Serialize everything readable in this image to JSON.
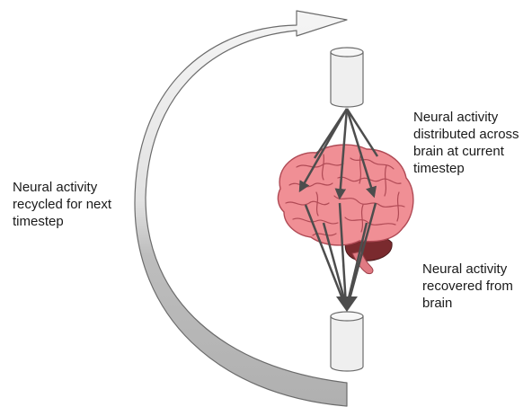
{
  "labels": {
    "recycled": [
      "Neural activity",
      "recycled for next",
      "timestep"
    ],
    "distributed": [
      "Neural activity",
      "distributed across",
      "brain at current",
      "timestep"
    ],
    "recovered": [
      "Neural activity",
      "recovered from",
      "brain"
    ]
  },
  "colors": {
    "arrow_light": "#efefef",
    "arrow_dark": "#b7b7b7",
    "outline": "#6b6b6b",
    "cylinder_fill": "#efefef",
    "brain_fill": "#f08f95",
    "brain_fold": "#b04a55",
    "cerebellum": "#7a2a2e",
    "connection": "#4d4d4d"
  },
  "icons": {
    "brain": "brain-icon",
    "input_vector": "cylinder-icon",
    "output_vector": "cylinder-icon",
    "recycle_arrow": "curved-arrow-icon"
  }
}
